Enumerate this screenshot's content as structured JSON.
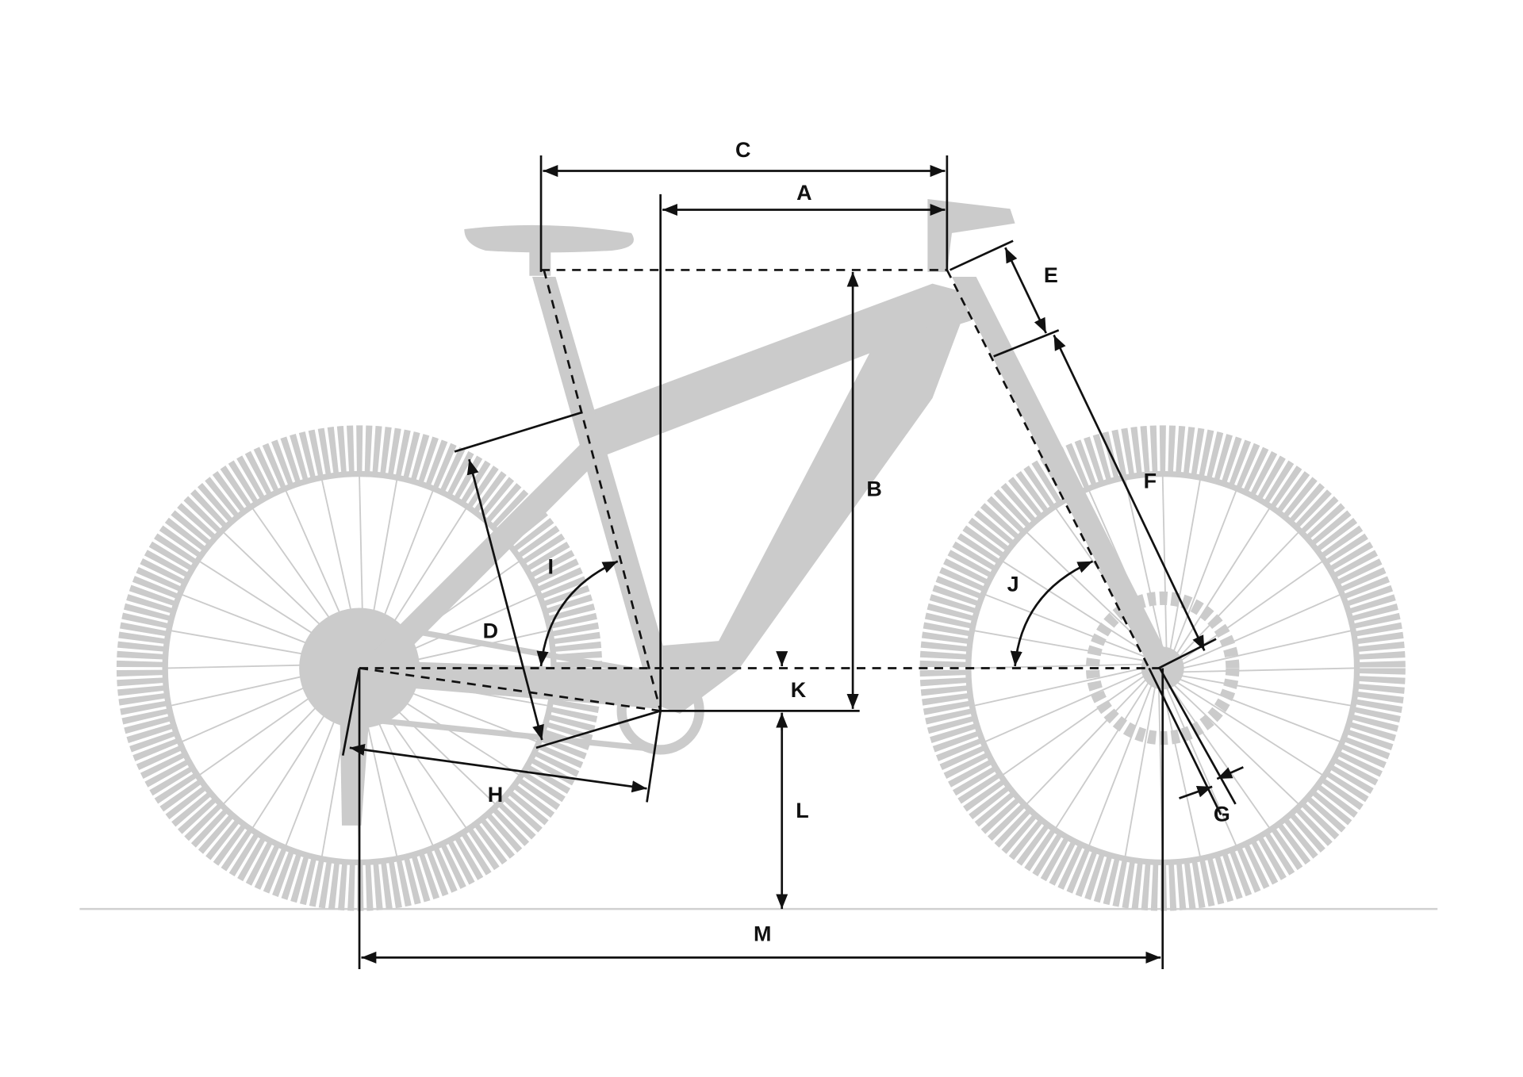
{
  "diagram": {
    "title": "Bike geometry",
    "labels": {
      "A": "A",
      "B": "B",
      "C": "C",
      "D": "D",
      "E": "E",
      "F": "F",
      "G": "G",
      "H": "H",
      "I": "I",
      "J": "J",
      "K": "K",
      "L": "L",
      "M": "M"
    },
    "colors": {
      "bike": "#cbcbcb",
      "lines": "#111111",
      "ground": "#d0d0d0"
    }
  }
}
